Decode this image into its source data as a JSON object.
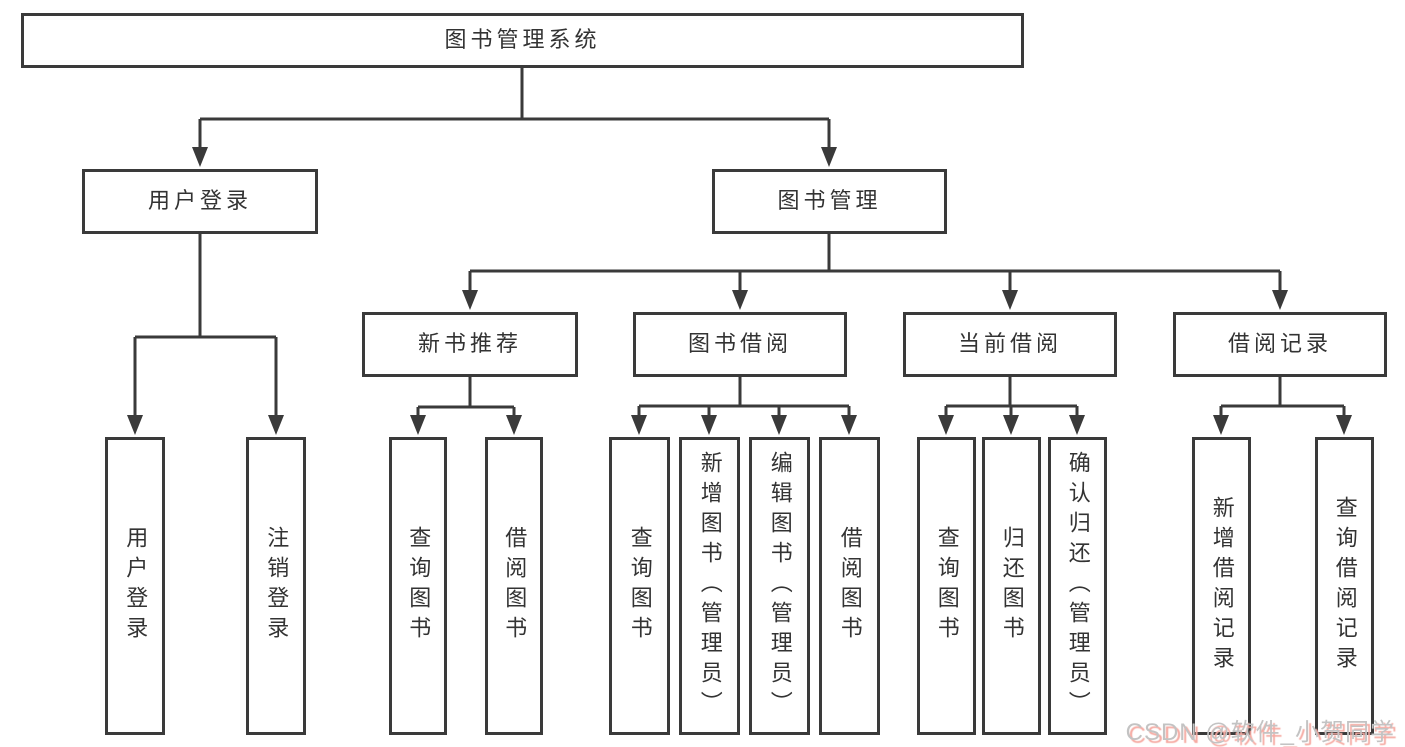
{
  "diagram": {
    "tree": {
      "label": "图书管理系统",
      "children": [
        {
          "label": "用户登录",
          "children": [
            {
              "label": "用户登录"
            },
            {
              "label": "注销登录"
            }
          ]
        },
        {
          "label": "图书管理",
          "children": [
            {
              "label": "新书推荐",
              "children": [
                {
                  "label": "查询图书"
                },
                {
                  "label": "借阅图书"
                }
              ]
            },
            {
              "label": "图书借阅",
              "children": [
                {
                  "label": "查询图书"
                },
                {
                  "label": "新增图书（管理员）"
                },
                {
                  "label": "编辑图书（管理员）"
                },
                {
                  "label": "借阅图书"
                }
              ]
            },
            {
              "label": "当前借阅",
              "children": [
                {
                  "label": "查询图书"
                },
                {
                  "label": "归还图书"
                },
                {
                  "label": "确认归还（管理员）"
                }
              ]
            },
            {
              "label": "借阅记录",
              "children": [
                {
                  "label": "新增借阅记录"
                },
                {
                  "label": "查询借阅记录"
                }
              ]
            }
          ]
        }
      ]
    }
  },
  "watermark": {
    "text": "CSDN @软件_小贺同学"
  },
  "colors": {
    "line": "#3a3a3a",
    "text": "#333333",
    "background": "#ffffff",
    "watermark_gray": "#c3c3c3",
    "watermark_pink": "#f6aaa2"
  }
}
